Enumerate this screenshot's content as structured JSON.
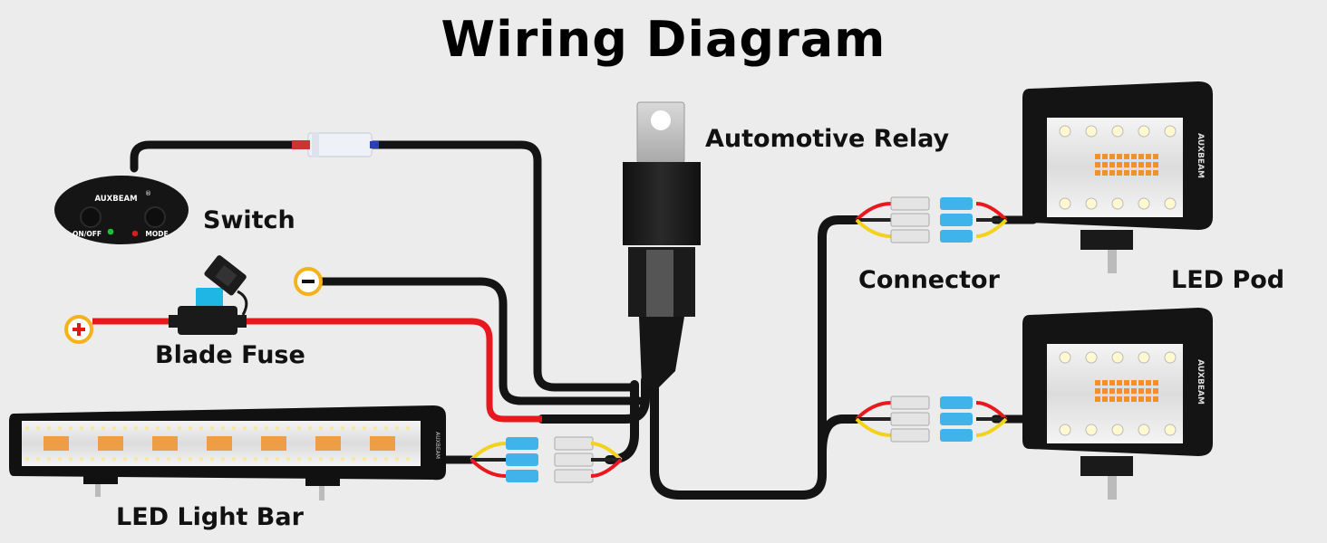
{
  "title": "Wiring Diagram",
  "labels": {
    "relay": "Automotive Relay",
    "switch": "Switch",
    "connector": "Connector",
    "led_pod": "LED Pod",
    "blade_fuse": "Blade Fuse",
    "light_bar": "LED Light Bar"
  },
  "switch_panel": {
    "brand": "AUXBEAM",
    "registered_mark": "®",
    "left_button_label": "ON/OFF",
    "right_button_label": "MODE",
    "left_led_color": "#19c23a",
    "right_led_color": "#e01818"
  },
  "terminals": {
    "positive_symbol": "+",
    "negative_symbol": "−",
    "ring_color": "#f5b21c",
    "positive_color": "#e01818"
  },
  "pod_brand": "AUXBEAM",
  "light_bar_brand": "AUXBEAM",
  "colors": {
    "background": "#ececec",
    "cable": "#141414",
    "wire_red": "#e8191e",
    "wire_yellow": "#f2d21b",
    "fuse_blue": "#1fb6e6",
    "connector_blue": "#3fb3ea",
    "amber_led": "#f0922a"
  }
}
